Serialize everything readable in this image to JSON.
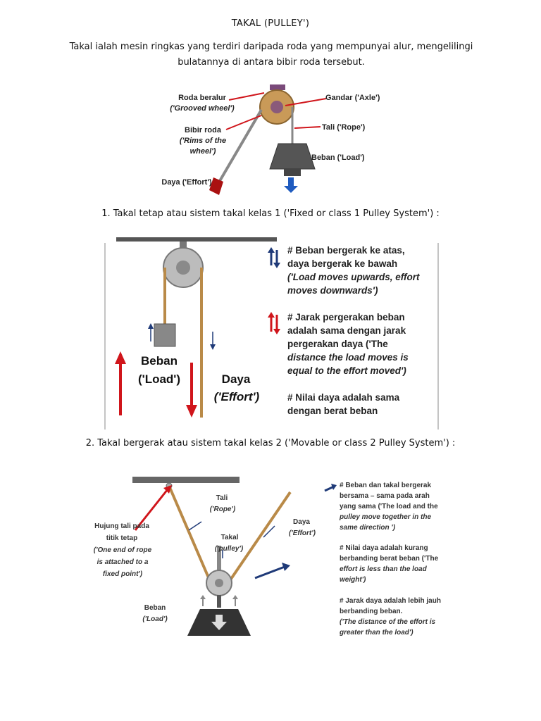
{
  "title": "TAKAL (PULLEY')",
  "intro": "Takal ialah mesin ringkas yang terdiri daripada roda yang mempunyai alur, mengelilingi bulatannya di antara bibir roda tersebut.",
  "fig1": {
    "roda_beralur": "Roda beralur",
    "grooved_wheel": "('Grooved wheel')",
    "bibir_roda": "Bibir roda",
    "rims_line1": "('Rims of the",
    "rims_line2": "wheel')",
    "daya_effort": "Daya ('Effort')",
    "gandar_axle": "Gandar ('Axle')",
    "tali_rope": "Tali ('Rope')",
    "beban_load": "Beban ('Load')"
  },
  "section1": {
    "heading": "1. Takal tetap atau sistem takal kelas 1 ('Fixed or class 1 Pulley System') :",
    "beban": "Beban",
    "load": "('Load')",
    "daya": "Daya",
    "effort": "('Effort')",
    "note1_line1": "# Beban bergerak ke atas,",
    "note1_line2": "daya bergerak ke bawah",
    "note1_line3": "('Load moves upwards, effort",
    "note1_line4": "moves downwards')",
    "note2_line1": "# Jarak pergerakan beban",
    "note2_line2": "adalah sama dengan jarak",
    "note2_line3": "pergerakan daya ('The",
    "note2_line4": "distance the load moves is",
    "note2_line5": "equal to the effort moved')",
    "note3_line1": "# Nilai daya adalah sama",
    "note3_line2": "dengan berat beban"
  },
  "section2": {
    "heading": "2. Takal bergerak atau sistem takal kelas 2 ('Movable or class 2 Pulley System') :",
    "tali": "Tali",
    "rope": "('Rope')",
    "takal": "Takal",
    "pulley": "('pulley')",
    "daya": "Daya",
    "effort": "('Effort')",
    "beban": "Beban",
    "load": "('Load')",
    "hujung_line1": "Hujung tali pada",
    "hujung_line2": "titik tetap",
    "hujung_line3": "('One end of rope",
    "hujung_line4": "is attached to a",
    "hujung_line5": "fixed point')",
    "n1_l1": "# Beban dan takal bergerak",
    "n1_l2": "bersama – sama pada arah",
    "n1_l3": "yang sama ('The load and the",
    "n1_l4": "pulley move together in the",
    "n1_l5": "same direction ')",
    "n2_l1": "# Nilai daya adalah kurang",
    "n2_l2": "berbanding berat beban ('The",
    "n2_l3": "effort is less than the load",
    "n2_l4": "weight')",
    "n3_l1": "# Jarak daya adalah lebih jauh",
    "n3_l2": "berbanding beban.",
    "n3_l3": "('The distance of the effort is",
    "n3_l4": "greater than the load')"
  },
  "colors": {
    "red": "#d0151b",
    "navy": "#1f3a78",
    "rope": "#b98a48"
  }
}
